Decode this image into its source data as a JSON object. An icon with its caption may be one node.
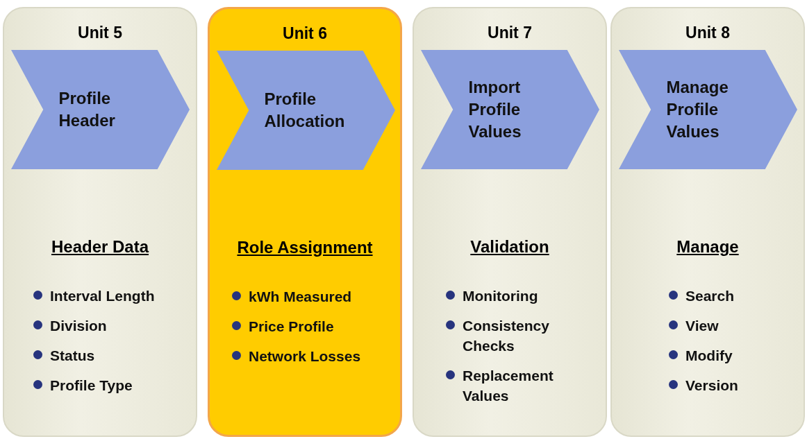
{
  "diagram": {
    "nodes": [
      {
        "text": [
          "Unit 5",
          "Header Data",
          "Interval Length",
          "Division",
          "Status",
          "Profile Type"
        ]
      },
      {
        "text": [
          "Profile Header"
        ],
        "in": 0
      },
      {
        "text": [
          "Unit 6",
          "Role Assignment",
          "kWh Measured",
          "Price Profile",
          "Network Losses"
        ]
      },
      {
        "text": [
          "Profile Allocation"
        ],
        "in": 2
      },
      {
        "text": [
          "Unit 7",
          "Validation",
          "Monitoring",
          "Consistency Checks",
          "Replacement Values"
        ]
      },
      {
        "text": [
          "Import Profile Values"
        ],
        "in": 4
      },
      {
        "text": [
          "Unit 8",
          "Manage",
          "Search",
          "View",
          "Modify",
          "Version"
        ]
      },
      {
        "text": [
          "Manage Profile Values"
        ],
        "in": 6
      }
    ],
    "edges": []
  }
}
